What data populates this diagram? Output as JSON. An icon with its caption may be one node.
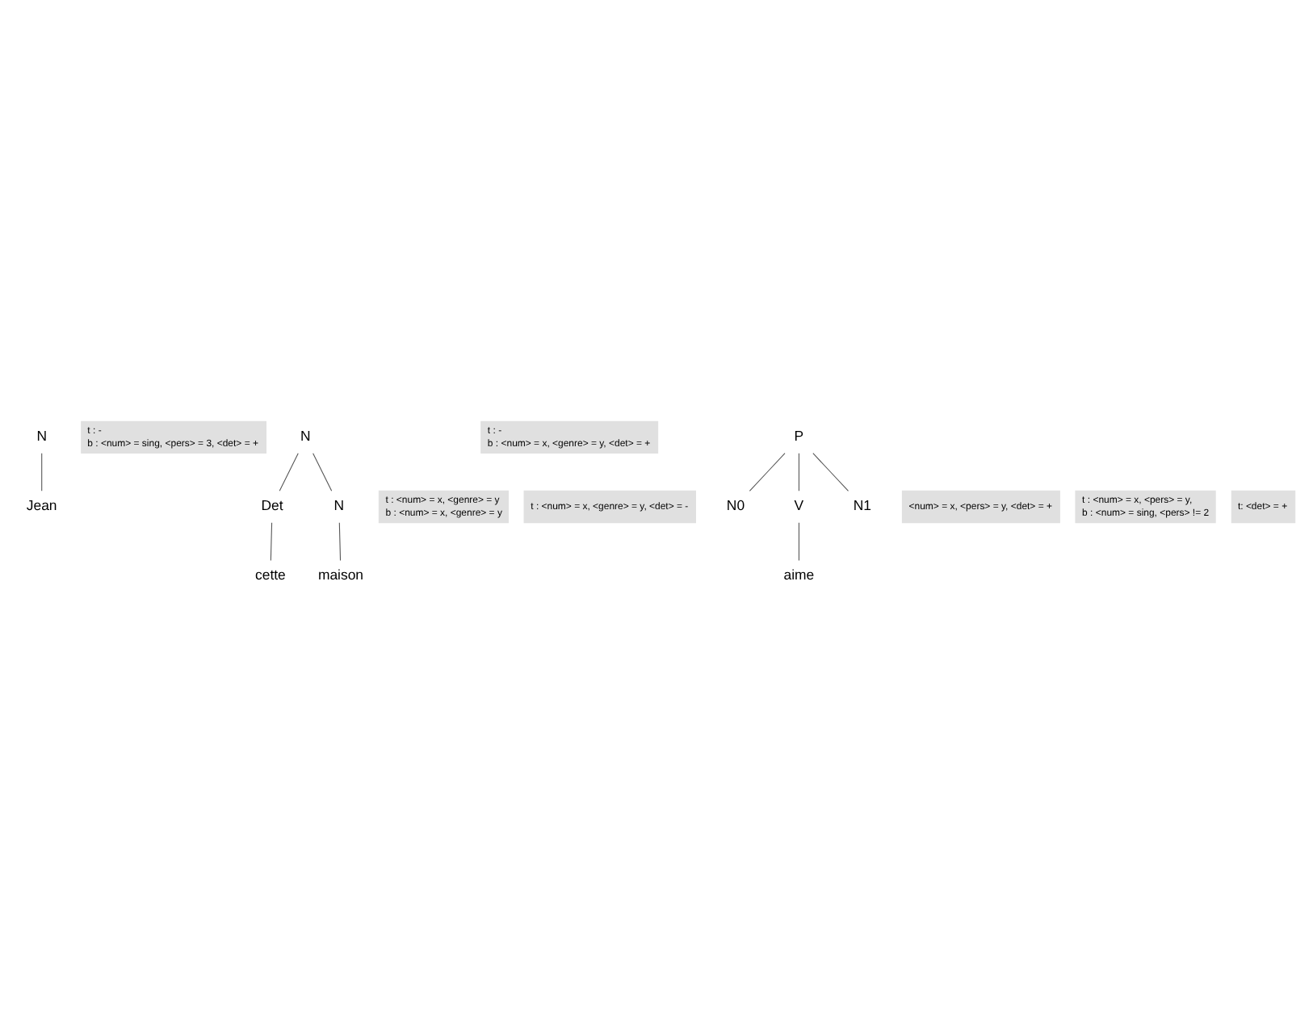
{
  "diagram": {
    "nodes": [
      {
        "text": [
          "N"
        ]
      },
      {
        "text": [
          "t : -",
          "b : <num> = sing, <pers> = 3, <det> = +"
        ]
      },
      {
        "text": [
          "Jean"
        ]
      },
      {
        "text": [
          "N"
        ]
      },
      {
        "text": [
          "t : -",
          "b : <num> = x, <genre> = y, <det> = +"
        ]
      },
      {
        "text": [
          "t : <num> = x, <genre> = y",
          "b : <num> = x, <genre> = y"
        ]
      },
      {
        "text": [
          "Det"
        ]
      },
      {
        "text": [
          "N"
        ]
      },
      {
        "text": [
          "t : <num> = x, <genre> = y, <det> = -"
        ]
      },
      {
        "text": [
          "cette"
        ]
      },
      {
        "text": [
          "maison"
        ]
      },
      {
        "text": [
          "P"
        ]
      },
      {
        "text": [
          "N0"
        ]
      },
      {
        "text": [
          "<num> = x, <pers> = y, <det> = +"
        ]
      },
      {
        "text": [
          "V"
        ]
      },
      {
        "text": [
          "t : <num> = x, <pers> = y,",
          "b : <num> = sing, <pers> != 2"
        ]
      },
      {
        "text": [
          "N1"
        ]
      },
      {
        "text": [
          "t: <det> = +"
        ]
      },
      {
        "text": [
          "aime"
        ]
      }
    ],
    "edges": [
      {
        "from": 0,
        "to": 2,
        "arrow": "none"
      },
      {
        "from": 3,
        "to": 6,
        "arrow": "none"
      },
      {
        "from": 3,
        "to": 7,
        "arrow": "none"
      },
      {
        "from": 6,
        "to": 9,
        "arrow": "none"
      },
      {
        "from": 7,
        "to": 10,
        "arrow": "none"
      },
      {
        "from": 11,
        "to": 12,
        "arrow": "none"
      },
      {
        "from": 11,
        "to": 14,
        "arrow": "none"
      },
      {
        "from": 11,
        "to": 16,
        "arrow": "none"
      },
      {
        "from": 14,
        "to": 18,
        "arrow": "none"
      }
    ]
  }
}
